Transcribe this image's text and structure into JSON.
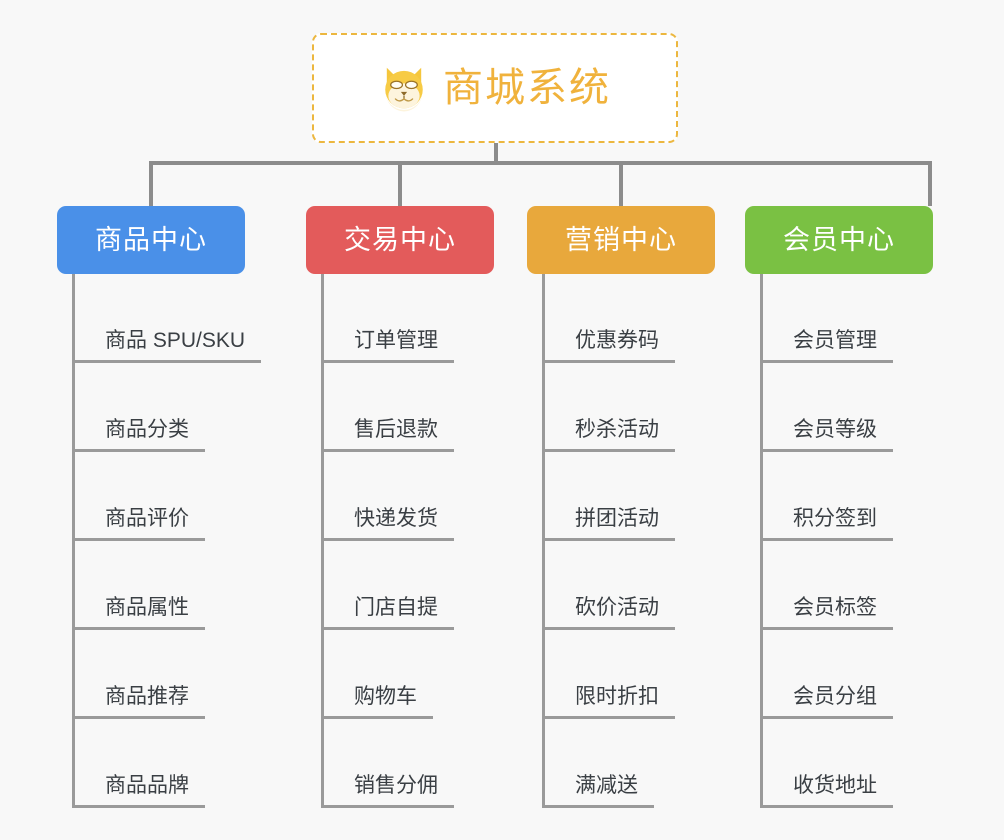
{
  "canvas": {
    "background_color": "#f8f8f8",
    "connector_color": "#8c8c8c",
    "leaf_line_color": "#9a9a9a",
    "leaf_text_color": "#3a3f44"
  },
  "root": {
    "title": "商城系统",
    "icon": "shiba-dog-face-icon",
    "text_color": "#f0b23c",
    "border_color": "#ecb73f",
    "background_color": "#ffffff"
  },
  "branches": [
    {
      "id": "product-center",
      "label": "商品中心",
      "color": "#4a90e8",
      "items": [
        "商品 SPU/SKU",
        "商品分类",
        "商品评价",
        "商品属性",
        "商品推荐",
        "商品品牌"
      ]
    },
    {
      "id": "trade-center",
      "label": "交易中心",
      "color": "#e35b5b",
      "items": [
        "订单管理",
        "售后退款",
        "快递发货",
        "门店自提",
        "购物车",
        "销售分佣"
      ]
    },
    {
      "id": "marketing-center",
      "label": "营销中心",
      "color": "#e8a83c",
      "items": [
        "优惠券码",
        "秒杀活动",
        "拼团活动",
        "砍价活动",
        "限时折扣",
        "满减送"
      ]
    },
    {
      "id": "member-center",
      "label": "会员中心",
      "color": "#7ac143",
      "items": [
        "会员管理",
        "会员等级",
        "积分签到",
        "会员标签",
        "会员分组",
        "收货地址"
      ]
    }
  ]
}
